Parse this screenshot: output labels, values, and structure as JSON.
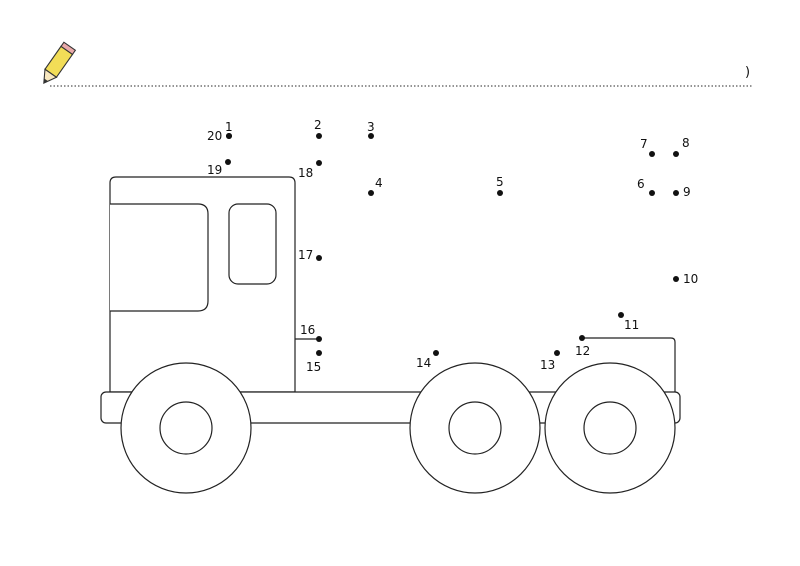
{
  "header": {
    "pencil_icon": "pencil-icon",
    "closing_paren": ")",
    "pencil_color": "#f2dd57"
  },
  "dots": [
    {
      "n": "1"
    },
    {
      "n": "2"
    },
    {
      "n": "3"
    },
    {
      "n": "4"
    },
    {
      "n": "5"
    },
    {
      "n": "6"
    },
    {
      "n": "7"
    },
    {
      "n": "8"
    },
    {
      "n": "9"
    },
    {
      "n": "10"
    },
    {
      "n": "11"
    },
    {
      "n": "12"
    },
    {
      "n": "13"
    },
    {
      "n": "14"
    },
    {
      "n": "15"
    },
    {
      "n": "16"
    },
    {
      "n": "17"
    },
    {
      "n": "18"
    },
    {
      "n": "19"
    },
    {
      "n": "20"
    }
  ]
}
